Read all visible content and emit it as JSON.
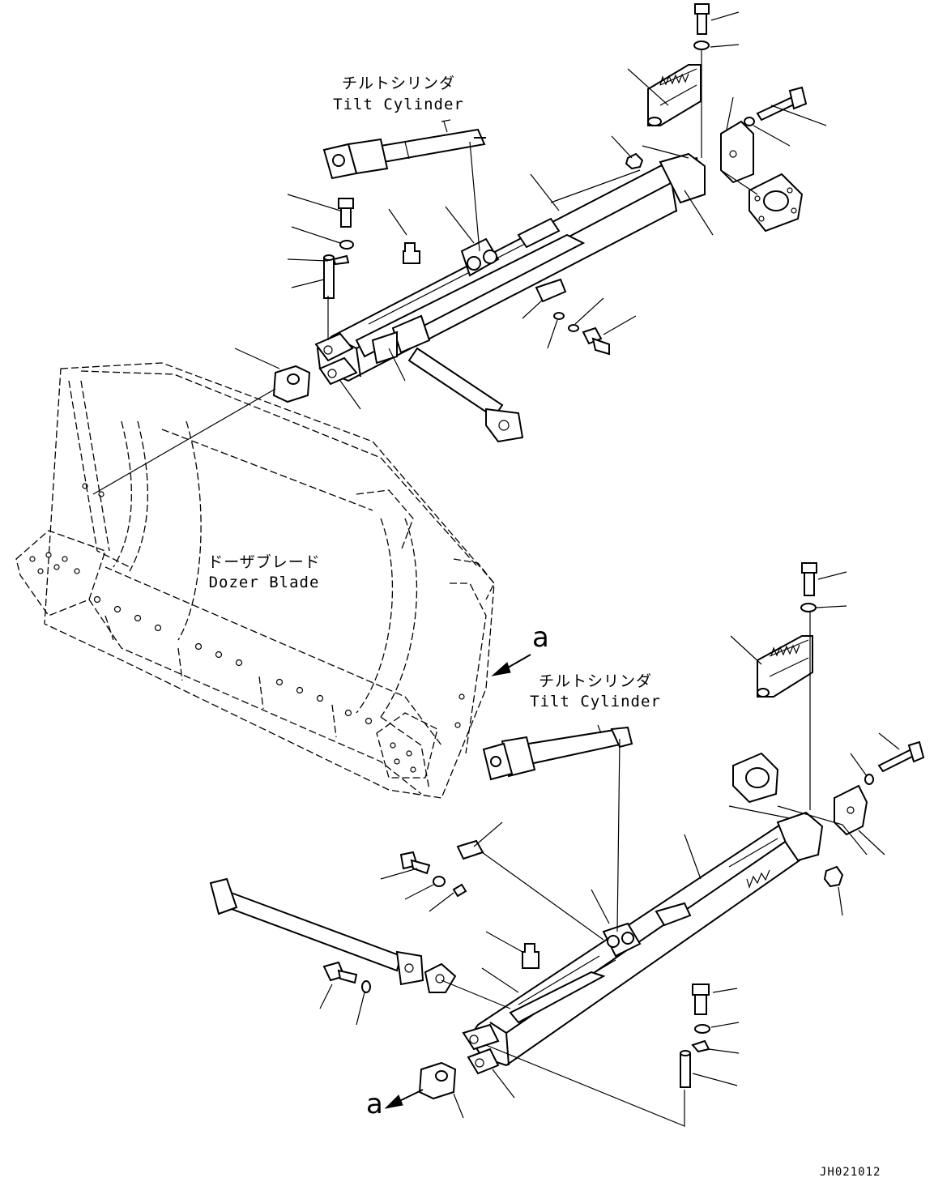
{
  "labels": {
    "tilt_cylinder_top_jp": "チルトシリンダ",
    "tilt_cylinder_top_en": "Tilt Cylinder",
    "dozer_blade_jp": "ドーザブレード",
    "dozer_blade_en": "Dozer Blade",
    "tilt_cylinder_bottom_jp": "チルトシリンダ",
    "tilt_cylinder_bottom_en": "Tilt Cylinder",
    "view_mark_upper": "a",
    "view_mark_lower": "a"
  },
  "drawing_code": "JH021012"
}
